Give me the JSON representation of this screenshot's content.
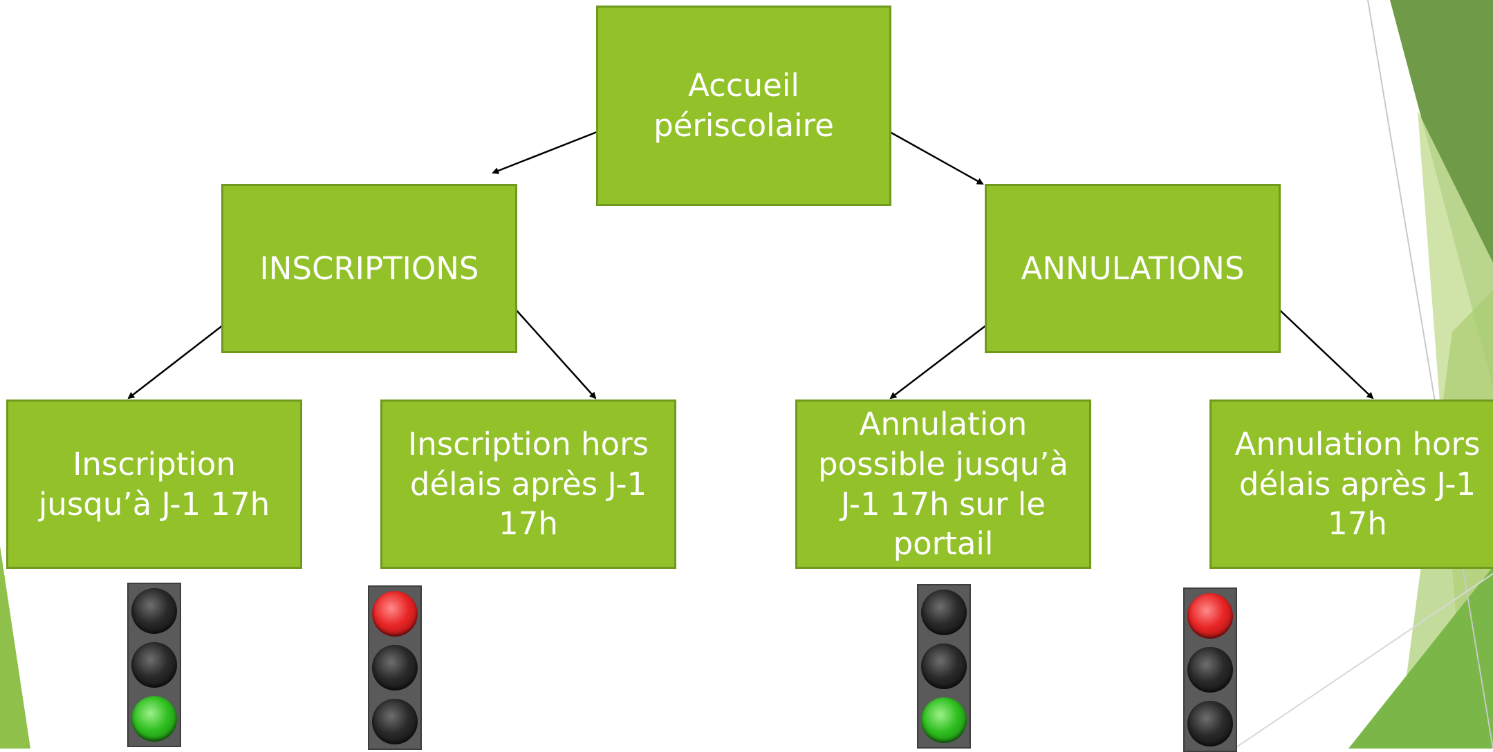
{
  "colors": {
    "box_fill": "#92c12a",
    "box_border": "#6f9a1d",
    "box_text": "#ffffff",
    "red_on": "#e82525",
    "green_on": "#2fbf20",
    "lamp_off": "#1a1a1a",
    "decor_dark": "#6f9a48",
    "decor_light": "#c8df9a"
  },
  "diagram": {
    "root": {
      "label": "Accueil\npériscolaire"
    },
    "inscriptions": {
      "label": "INSCRIPTIONS"
    },
    "annulations": {
      "label": "ANNULATIONS"
    },
    "inscription_delay": {
      "label": "Inscription\njusqu’à J-1 17h"
    },
    "inscription_late": {
      "label": "Inscription hors\ndélais après J-1\n17h"
    },
    "annulation_delay": {
      "label": "Annulation\npossible jusqu’à\nJ-1 17h sur le\nportail"
    },
    "annulation_late": {
      "label": "Annulation hors\ndélais après J-1\n17h"
    }
  },
  "traffic_lights": [
    {
      "name": "inscription-delay-light",
      "active": "green"
    },
    {
      "name": "inscription-late-light",
      "active": "red"
    },
    {
      "name": "annulation-delay-light",
      "active": "green"
    },
    {
      "name": "annulation-late-light",
      "active": "red"
    }
  ]
}
